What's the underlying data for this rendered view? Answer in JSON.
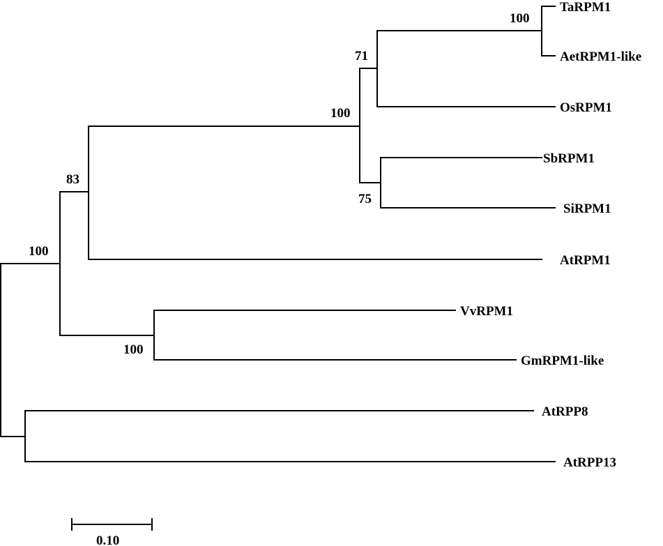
{
  "taxa": {
    "ta_rpm1": "TaRPM1",
    "aet_rpm1_like": "AetRPM1-like",
    "os_rpm1": "OsRPM1",
    "sb_rpm1": "SbRPM1",
    "si_rpm1": "SiRPM1",
    "at_rpm1": "AtRPM1",
    "vv_rpm1": "VvRPM1",
    "gm_rpm1_like": "GmRPM1-like",
    "at_rpp8": "AtRPP8",
    "at_rpp13": "AtRPP13"
  },
  "bootstrap": {
    "ta_aet": "100",
    "ta_aet_os": "71",
    "grasses": "100",
    "sb_si": "75",
    "monocot_at": "83",
    "rpm1_clade": "100",
    "vv_gm": "100"
  },
  "scale_bar": {
    "label": "0.10",
    "value": 0.1
  },
  "colors": {
    "lines": "#000000",
    "text": "#000000",
    "background": "#ffffff"
  }
}
